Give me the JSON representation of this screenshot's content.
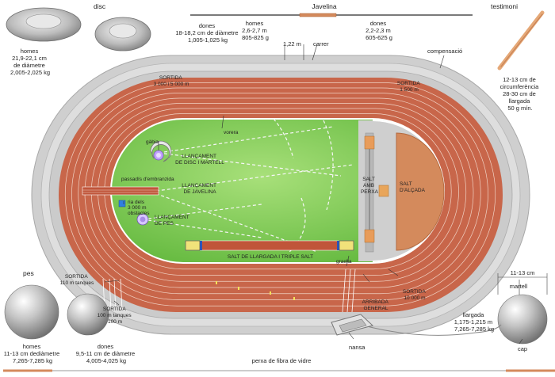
{
  "labels": {
    "disc_title": "disc",
    "disc_men": [
      "homes",
      "21,9-22,1 cm",
      "de diàmetre",
      "2,005-2,025  kg"
    ],
    "disc_women": [
      "dones",
      "18-18,2 cm de diàmetre",
      "1,005-1,025  kg"
    ],
    "javelina_title": "Javelina",
    "jav_men": [
      "homes",
      "2,6-2,7 m",
      "805-825  g"
    ],
    "jav_women": [
      "dones",
      "2,2-2,3 m",
      "605-625  g"
    ],
    "testimoni_title": "testimoni",
    "testimoni_info": [
      "12-13 cm de",
      "circumferència",
      "28-30 cm de",
      "llargada",
      "50 g mín."
    ],
    "width_122": "1,22 m",
    "carrer": "carrer",
    "compensacio": "compensació",
    "sortida_3000_5000": [
      "SORTIDA",
      "3 000 i 5 000 m"
    ],
    "sortida_1500": [
      "SORTIDA",
      "1 500 m"
    ],
    "vorera": "vorera",
    "gabia": "gàbia",
    "llanc_disc": [
      "LLANÇAMENT",
      "DE DISC I MARTELL"
    ],
    "passadis": "passadís d'embranzida",
    "llanc_jav": [
      "LLANÇAMENT",
      "DE JAVELINA"
    ],
    "ria": [
      "ria dels",
      "3 000 m",
      "obstacles"
    ],
    "llanc_pes": [
      "LLANÇAMENT",
      "DE PES"
    ],
    "salt_perxa": [
      "SALT",
      "AMB",
      "PERXA"
    ],
    "salt_alcada": [
      "SALT",
      "D'ALÇADA"
    ],
    "salt_llargada": "SALT  DE  LLARGADA I TRIPLE SALT",
    "graella": "graella",
    "pes_title": "pes",
    "sortida_110": [
      "SORTIDA",
      "110 m tanques"
    ],
    "sortida_100": [
      "SORTIDA",
      "100 m tanques",
      "100 m"
    ],
    "arribada": [
      "ARRIBADA",
      "GENERAL"
    ],
    "sortida_10000": [
      "SORTIDA",
      "10 000 m"
    ],
    "pes_men": [
      "homes",
      "11-13 cm dediàmetre",
      "7,265-7,285 kg"
    ],
    "pes_women": [
      "dones",
      "9,5-11 cm de diàmetre",
      "4,005-4,025  kg"
    ],
    "nansa": "nansa",
    "martell_dim": "11-13 cm",
    "martell_title": "martell",
    "martell_info": [
      "llargada",
      "1,175-1,215 m",
      "7,265-7,285 kg"
    ],
    "cap": "cap",
    "perxa": "perxa de fibra de vidre"
  },
  "colors": {
    "outer_gray": "#c9c9c9",
    "track_red": "#c8664a",
    "lane_line": "#f0d2c4",
    "field_green": "#7ccf54",
    "infield_gray": "#cdcdcd",
    "sand": "#d99565"
  }
}
